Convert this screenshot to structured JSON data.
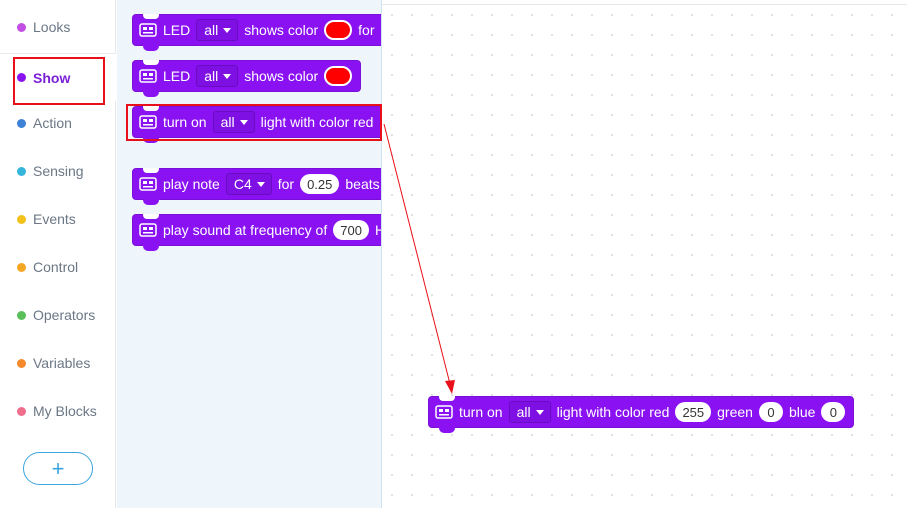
{
  "categories": [
    {
      "label": "Looks",
      "color": "#c34ee6",
      "active": false
    },
    {
      "label": "Show",
      "color": "#8a12f2",
      "active": true
    },
    {
      "label": "Action",
      "color": "#3d82d6",
      "active": false
    },
    {
      "label": "Sensing",
      "color": "#36b5dc",
      "active": false
    },
    {
      "label": "Events",
      "color": "#f2c21b",
      "active": false
    },
    {
      "label": "Control",
      "color": "#f5a623",
      "active": false
    },
    {
      "label": "Operators",
      "color": "#59c059",
      "active": false
    },
    {
      "label": "Variables",
      "color": "#f5892b",
      "active": false
    },
    {
      "label": "My Blocks",
      "color": "#f06d8c",
      "active": false
    }
  ],
  "add_button": "+",
  "palette": {
    "led_color_for": {
      "led": "LED",
      "target": "all",
      "shows_color": "shows color",
      "swatch_color": "#ff0000",
      "for": "for"
    },
    "led_color": {
      "led": "LED",
      "target": "all",
      "shows_color": "shows color",
      "swatch_color": "#ff0000"
    },
    "turn_on": {
      "turn_on": "turn on",
      "target": "all",
      "light_with_color": "light with color red"
    },
    "play_note": {
      "play_note": "play note",
      "note": "C4",
      "for": "for",
      "beats_value": "0.25",
      "beats": "beats"
    },
    "play_sound": {
      "play_sound": "play sound at frequency of",
      "freq_value": "700",
      "hz": "H"
    }
  },
  "workspace": {
    "turn_on_block": {
      "turn_on": "turn on",
      "target": "all",
      "light_with_color_red": "light with color red",
      "red_value": "255",
      "green": "green",
      "green_value": "0",
      "blue": "blue",
      "blue_value": "0"
    }
  },
  "colors": {
    "block": "#8a12f2",
    "highlight": "#e8101a",
    "active_category": "#7a1fd6"
  }
}
